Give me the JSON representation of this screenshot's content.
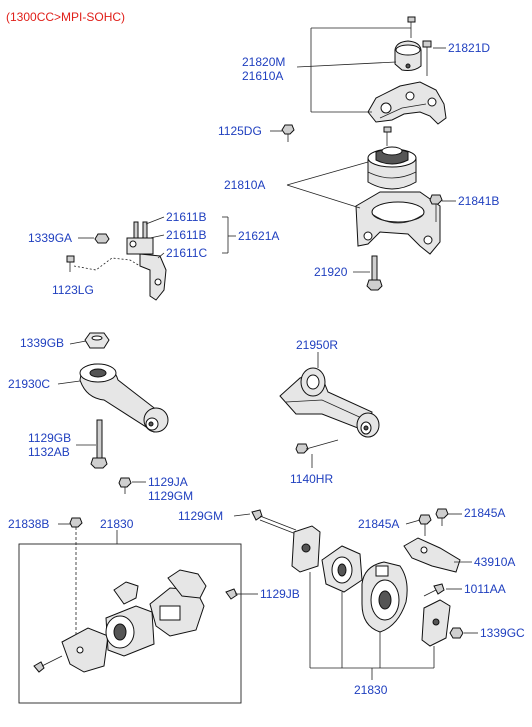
{
  "header": {
    "engine_spec": "(1300CC>MPI-SOHC)"
  },
  "labels": {
    "p21820M": "21820M",
    "p21610A": "21610A",
    "p21821D": "21821D",
    "p1125DG": "1125DG",
    "p21810A": "21810A",
    "p21841B": "21841B",
    "p21611B_1": "21611B",
    "p21611B_2": "21611B",
    "p21611C": "21611C",
    "p21621A": "21621A",
    "p1339GA": "1339GA",
    "p1123LG": "1123LG",
    "p21920": "21920",
    "p1339GB": "1339GB",
    "p21930C": "21930C",
    "p1129GB": "1129GB",
    "p1132AB": "1132AB",
    "p21950R": "21950R",
    "p1140HR": "1140HR",
    "p1129JA": "1129JA",
    "p1129GM_1": "1129GM",
    "p21838B": "21838B",
    "p21830_top": "21830",
    "p1129GM_2": "1129GM",
    "p21845A_1": "21845A",
    "p21845A_2": "21845A",
    "p43910A": "43910A",
    "p1129JB": "1129JB",
    "p1011AA": "1011AA",
    "p1339GC": "1339GC",
    "p21830_bottom": "21830"
  }
}
